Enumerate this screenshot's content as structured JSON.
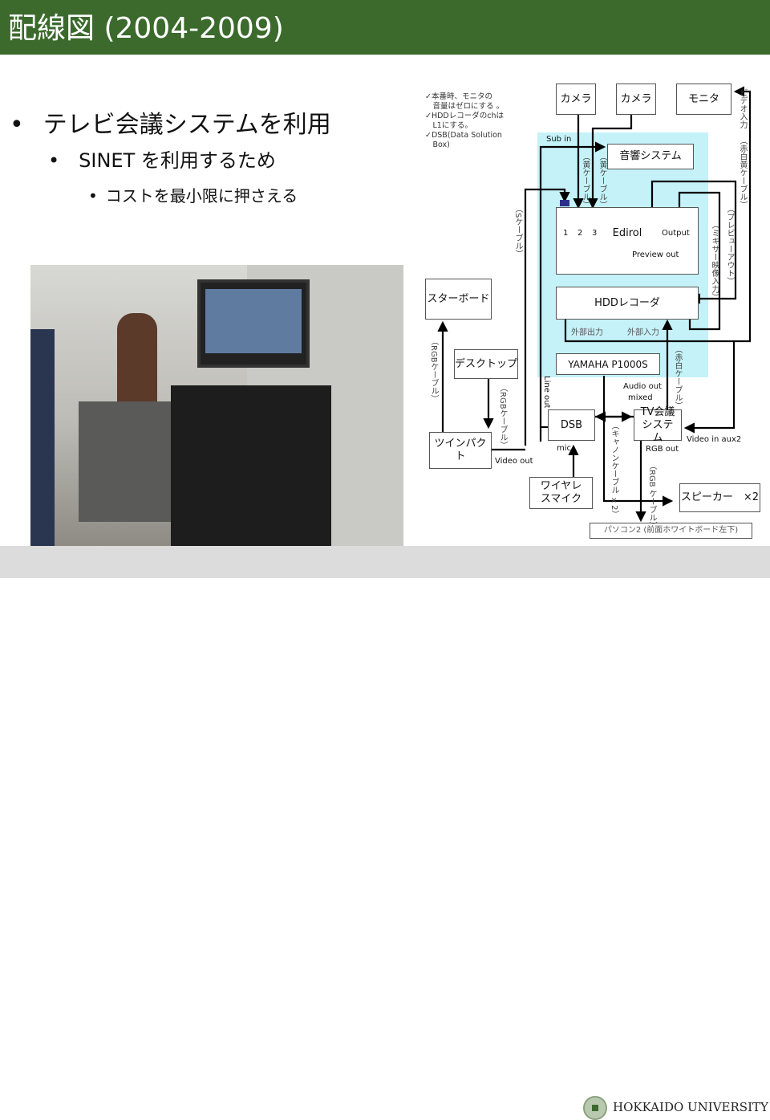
{
  "title": "配線図 (2004-2009)",
  "bullets": [
    {
      "level": 1,
      "text": "テレビ会議システムを利用"
    },
    {
      "level": 2,
      "text": "SINET を利用するため"
    },
    {
      "level": 3,
      "text": "コストを最小限に押さえる"
    }
  ],
  "notes": [
    "✓本番時、モニタの",
    "　音量はゼロにする 。",
    "✓HDDレコーダのchは",
    "　L1にする。",
    "✓DSB(Data Solution",
    "　Box)"
  ],
  "boxes": {
    "camera1": "カメラ",
    "camera2": "カメラ",
    "monitor": "モニタ",
    "audio": "音響システム",
    "edirol": "Edirol",
    "hdd": "HDDレコーダ",
    "yamaha": "YAMAHA P1000S",
    "starboard": "スターボード",
    "desktop": "デスクトップ",
    "twinpact": "ツインパクト",
    "dsb": "DSB",
    "tv_conf": "TV会議システム",
    "mic": "ワイヤレスマイク",
    "speaker": "スピーカー　×2",
    "pc2": "パソコン2 (前面ホワイトボード左下)"
  },
  "labels": {
    "sub_in": "Sub in",
    "port1": "1",
    "port2": "2",
    "port3": "3",
    "output": "Output",
    "preview_out": "Preview out",
    "ext_out": "外部出力",
    "ext_in": "外部入力",
    "line_out": "Line out",
    "audio_out": "Audio out",
    "mixed": "mixed",
    "video_in_aux2": "Video in aux2",
    "rgb_out": "RGB out",
    "mic_label": "mic",
    "video_out": "Video out"
  },
  "cables": {
    "video_in": "ビデオ入力",
    "rwy": "（赤白黄ケーブル）",
    "yellow1": "（黄ケーブル）",
    "yellow2": "（黄ケーブル）",
    "s_cable": "（Sケーブル）",
    "preview": "（プレビューアウト）",
    "mixer": "（ミキサー映像入力）",
    "rgb1": "（RGBケーブル）",
    "rgb2": "（RGBケーブル）",
    "rw": "（赤白ケーブル）",
    "canon": "（キャノンケーブル ×2）",
    "rgb3": "（RGB ケーブル）"
  },
  "footer": {
    "university": "HOKKAIDO UNIVERSITY"
  }
}
